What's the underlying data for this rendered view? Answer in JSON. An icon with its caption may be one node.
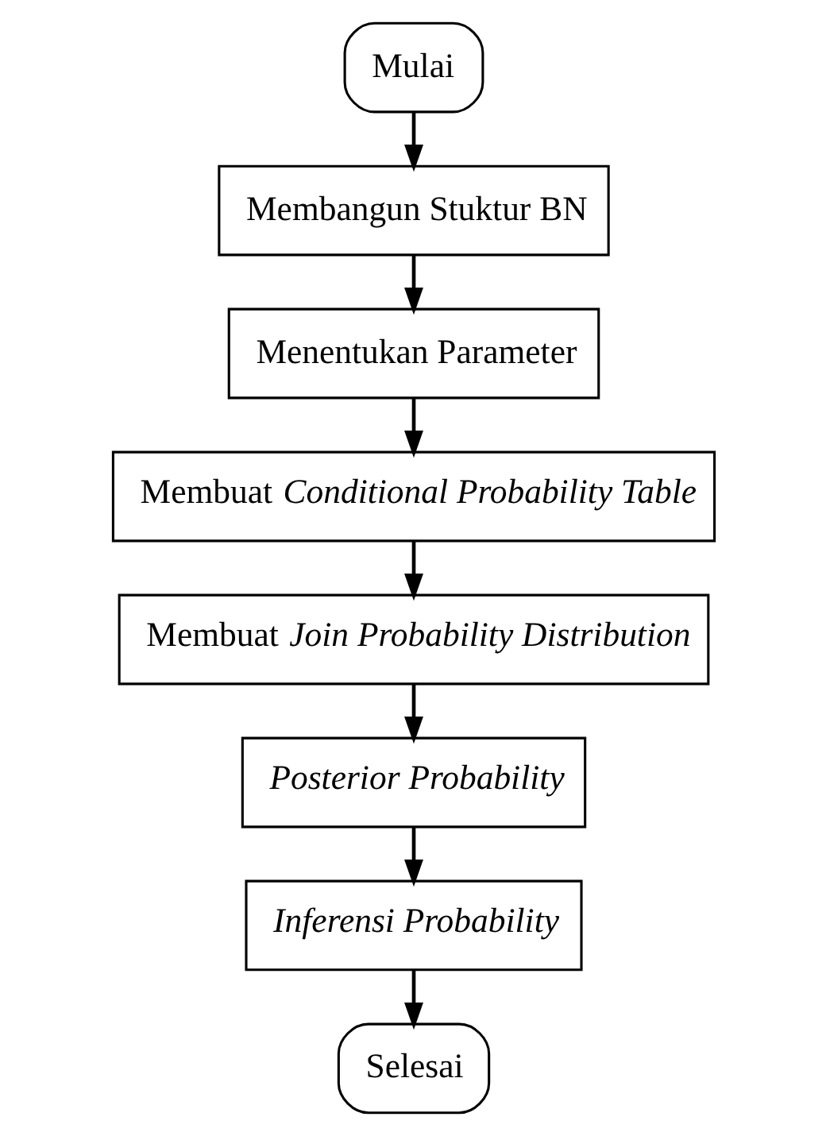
{
  "diagram": {
    "nodes": [
      {
        "text": [
          "Mulai"
        ]
      },
      {
        "text": [
          "Membangun Stuktur BN"
        ]
      },
      {
        "text": [
          "Menentukan Parameter"
        ]
      },
      {
        "text": [
          "Membuat *Conditional Probability Table*"
        ]
      },
      {
        "text": [
          "Membuat *Join Probability Distribution*"
        ]
      },
      {
        "text": [
          "Posterior Probability"
        ]
      },
      {
        "text": [
          "Inferensi Probability"
        ]
      },
      {
        "text": [
          "Selesai"
        ]
      }
    ],
    "edges": [
      {
        "from": 0,
        "to": 1,
        "arrow": "to"
      },
      {
        "from": 1,
        "to": 2,
        "arrow": "to"
      },
      {
        "from": 2,
        "to": 3,
        "arrow": "to"
      },
      {
        "from": 3,
        "to": 4,
        "arrow": "to"
      },
      {
        "from": 4,
        "to": 5,
        "arrow": "to"
      },
      {
        "from": 5,
        "to": 6,
        "arrow": "to"
      },
      {
        "from": 6,
        "to": 7,
        "arrow": "to"
      }
    ]
  }
}
